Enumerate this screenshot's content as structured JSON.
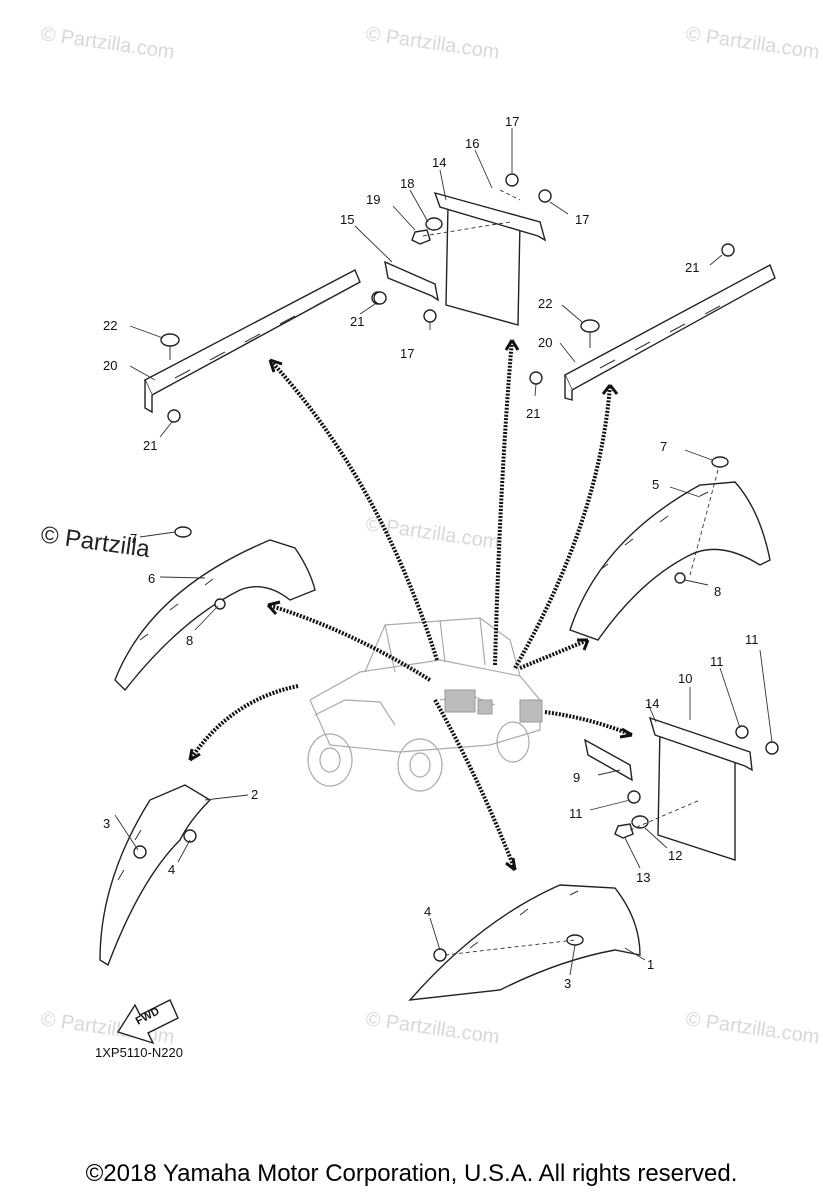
{
  "watermark": "© Partzilla.com",
  "watermark_prominent": "© Partzilla",
  "diagram_code": "1XP5110-N220",
  "fwd_label": "FWD",
  "footer": "©2018 Yamaha Motor Corporation, U.S.A. All rights reserved.",
  "callouts": {
    "c17a": "17",
    "c16": "16",
    "c14a": "14",
    "c18": "18",
    "c19": "19",
    "c17b": "17",
    "c15": "15",
    "c17c": "17",
    "c21a": "21",
    "c22a": "22",
    "c20a": "20",
    "c21b": "21",
    "c21c": "21",
    "c22b": "22",
    "c20b": "20",
    "c21d": "21",
    "c7a": "7",
    "c5": "5",
    "c8a": "8",
    "c7b": "7",
    "c6": "6",
    "c8b": "8",
    "c11a": "11",
    "c11b": "11",
    "c10": "10",
    "c14b": "14",
    "c9": "9",
    "c11c": "11",
    "c12": "12",
    "c13": "13",
    "c2": "2",
    "c3a": "3",
    "c4a": "4",
    "c4b": "4",
    "c1": "1",
    "c3b": "3"
  }
}
